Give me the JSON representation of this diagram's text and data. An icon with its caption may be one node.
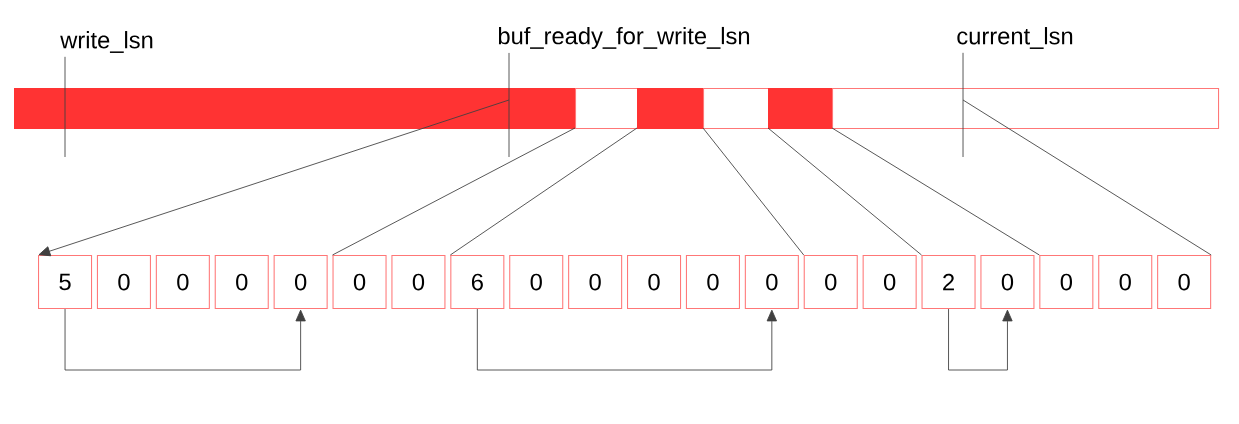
{
  "diagram": {
    "nodes": [
      {
        "text": [
          "write_lsn"
        ]
      },
      {
        "text": [
          "buf_ready_for_write_lsn"
        ]
      },
      {
        "text": [
          "current_lsn"
        ]
      },
      {
        "text": [],
        "shape": "bar"
      },
      {
        "text": [],
        "shape": "bar"
      },
      {
        "text": [],
        "shape": "bar"
      },
      {
        "text": [],
        "shape": "bar"
      },
      {
        "text": [],
        "shape": "bar"
      },
      {
        "text": [],
        "shape": "bar"
      },
      {
        "text": [
          "5"
        ]
      },
      {
        "text": [
          "0"
        ]
      },
      {
        "text": [
          "0"
        ]
      },
      {
        "text": [
          "0"
        ]
      },
      {
        "text": [
          "0"
        ]
      },
      {
        "text": [
          "0"
        ]
      },
      {
        "text": [
          "0"
        ]
      },
      {
        "text": [
          "6"
        ]
      },
      {
        "text": [
          "0"
        ]
      },
      {
        "text": [
          "0"
        ]
      },
      {
        "text": [
          "0"
        ]
      },
      {
        "text": [
          "0"
        ]
      },
      {
        "text": [
          "0"
        ]
      },
      {
        "text": [
          "0"
        ]
      },
      {
        "text": [
          "0"
        ]
      },
      {
        "text": [
          "2"
        ]
      },
      {
        "text": [
          "0"
        ]
      },
      {
        "text": [
          "0"
        ]
      },
      {
        "text": [
          "0"
        ]
      },
      {
        "text": [
          "0"
        ]
      }
    ],
    "edges": [
      {
        "from": 0,
        "to": null,
        "arrow": "none"
      },
      {
        "from": 1,
        "to": null,
        "arrow": "none"
      },
      {
        "from": 2,
        "to": null,
        "arrow": "none"
      },
      {
        "from": 3,
        "to": 9,
        "arrow": "to"
      },
      {
        "from": 4,
        "to": 14,
        "arrow": "none"
      },
      {
        "from": 5,
        "to": 16,
        "arrow": "none"
      },
      {
        "from": 6,
        "to": 22,
        "arrow": "none"
      },
      {
        "from": 7,
        "to": 24,
        "arrow": "none"
      },
      {
        "from": 8,
        "to": 26,
        "arrow": "none"
      },
      {
        "from": 8,
        "to": 28,
        "arrow": "none"
      },
      {
        "from": 9,
        "to": 13,
        "arrow": "to"
      },
      {
        "from": 16,
        "to": 21,
        "arrow": "to"
      },
      {
        "from": 24,
        "to": 25,
        "arrow": "to"
      }
    ]
  }
}
